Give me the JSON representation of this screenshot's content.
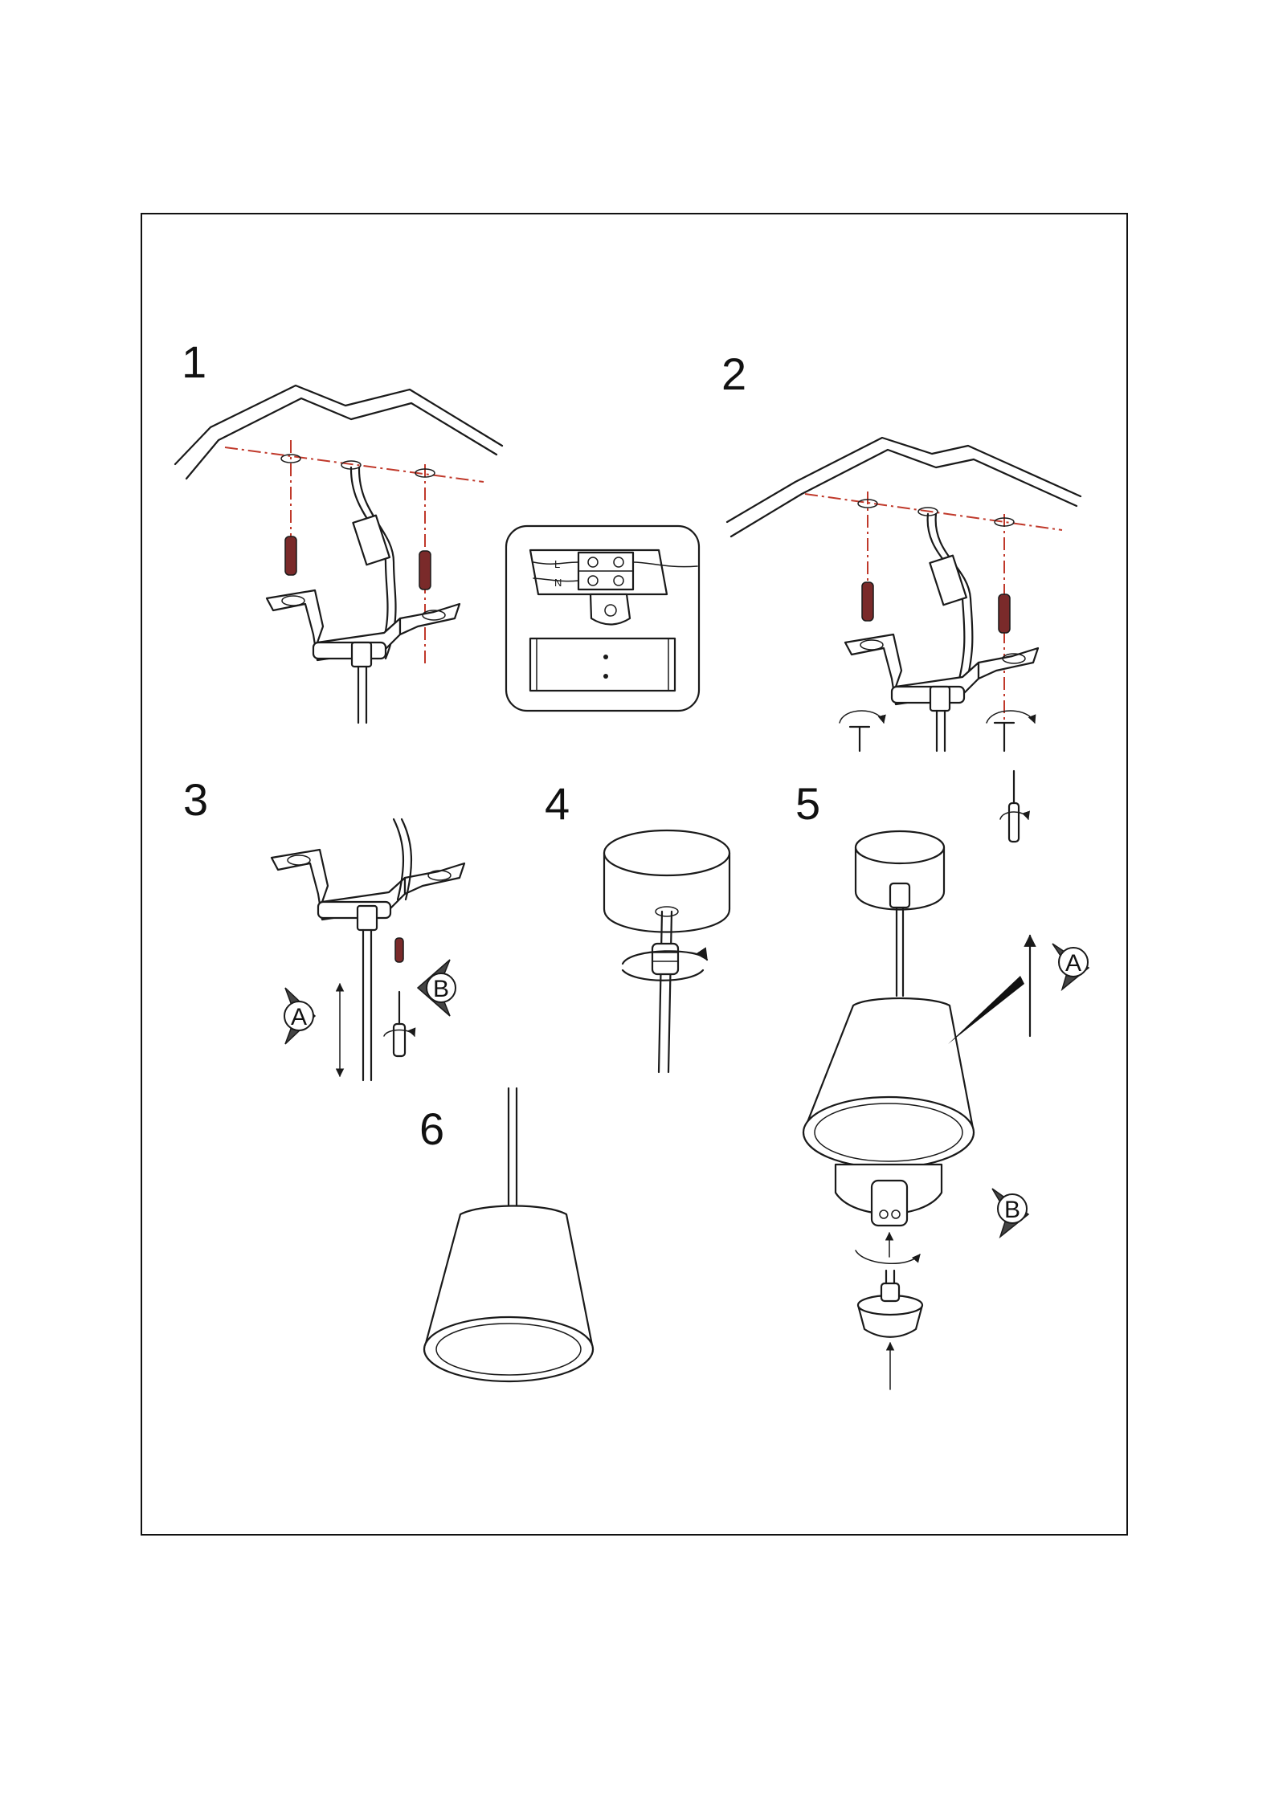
{
  "steps": [
    {
      "number": "1"
    },
    {
      "number": "2"
    },
    {
      "number": "3"
    },
    {
      "number": "4"
    },
    {
      "number": "5"
    },
    {
      "number": "6"
    }
  ],
  "markers": {
    "a": "A",
    "b": "B"
  },
  "terminal_block": {
    "label_l": "L",
    "label_n": "N"
  },
  "colors": {
    "guide_line": "#c0392b",
    "line_art": "#1a1a1a"
  }
}
